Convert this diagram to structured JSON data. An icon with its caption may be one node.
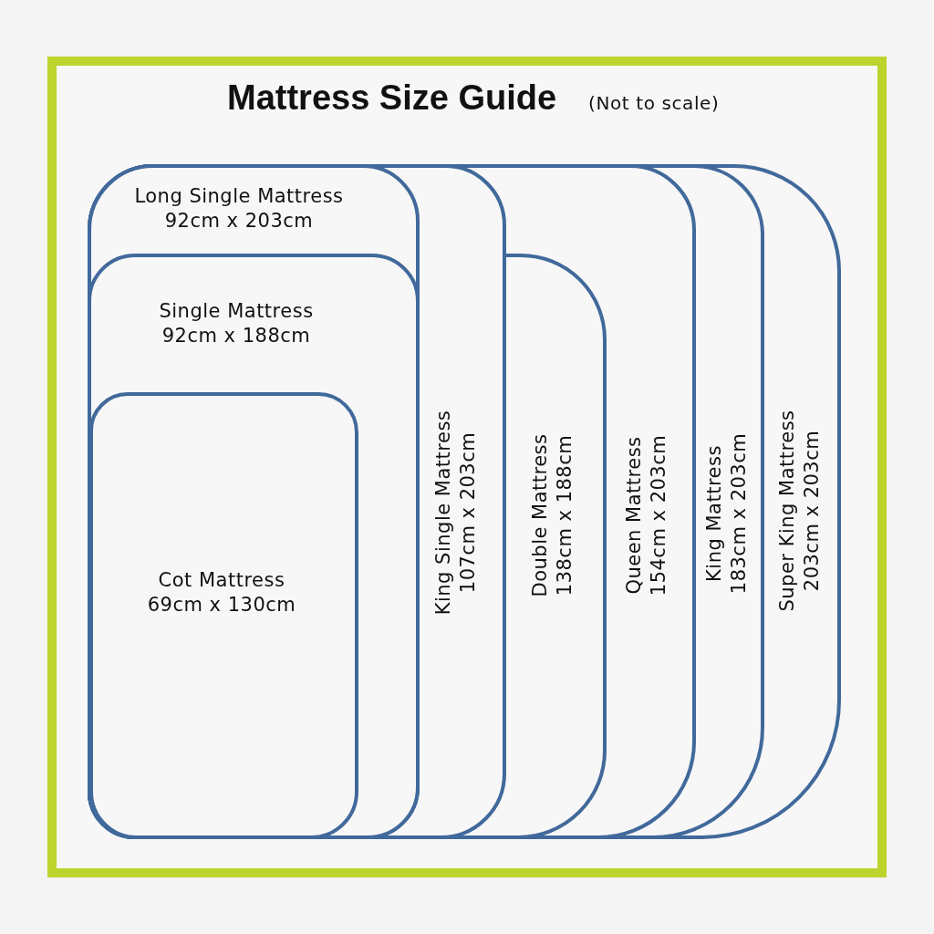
{
  "diagram": {
    "title": "Mattress Size Guide",
    "nodes": [
      {
        "text": [
          "Super King Mattress",
          "203cm x 203cm"
        ]
      },
      {
        "text": [
          "King Mattress",
          "183cm x 203cm"
        ],
        "in": 0
      },
      {
        "text": [
          "Queen Mattress",
          "154cm x 203cm"
        ],
        "in": 1
      },
      {
        "text": [
          "King Single Mattress",
          "107cm x 203cm"
        ],
        "in": 2
      },
      {
        "text": [
          "Long Single Mattress",
          "92cm x 203cm"
        ],
        "in": 3
      },
      {
        "text": [
          "Single Mattress",
          "92cm x 188cm"
        ],
        "in": 4
      },
      {
        "text": [
          "Cot Mattress",
          "69cm x 130cm"
        ],
        "in": 5
      },
      {
        "text": [
          "Double Mattress",
          "138cm x 188cm"
        ],
        "in": 2
      }
    ],
    "labels": [
      "(Not to scale)"
    ]
  }
}
